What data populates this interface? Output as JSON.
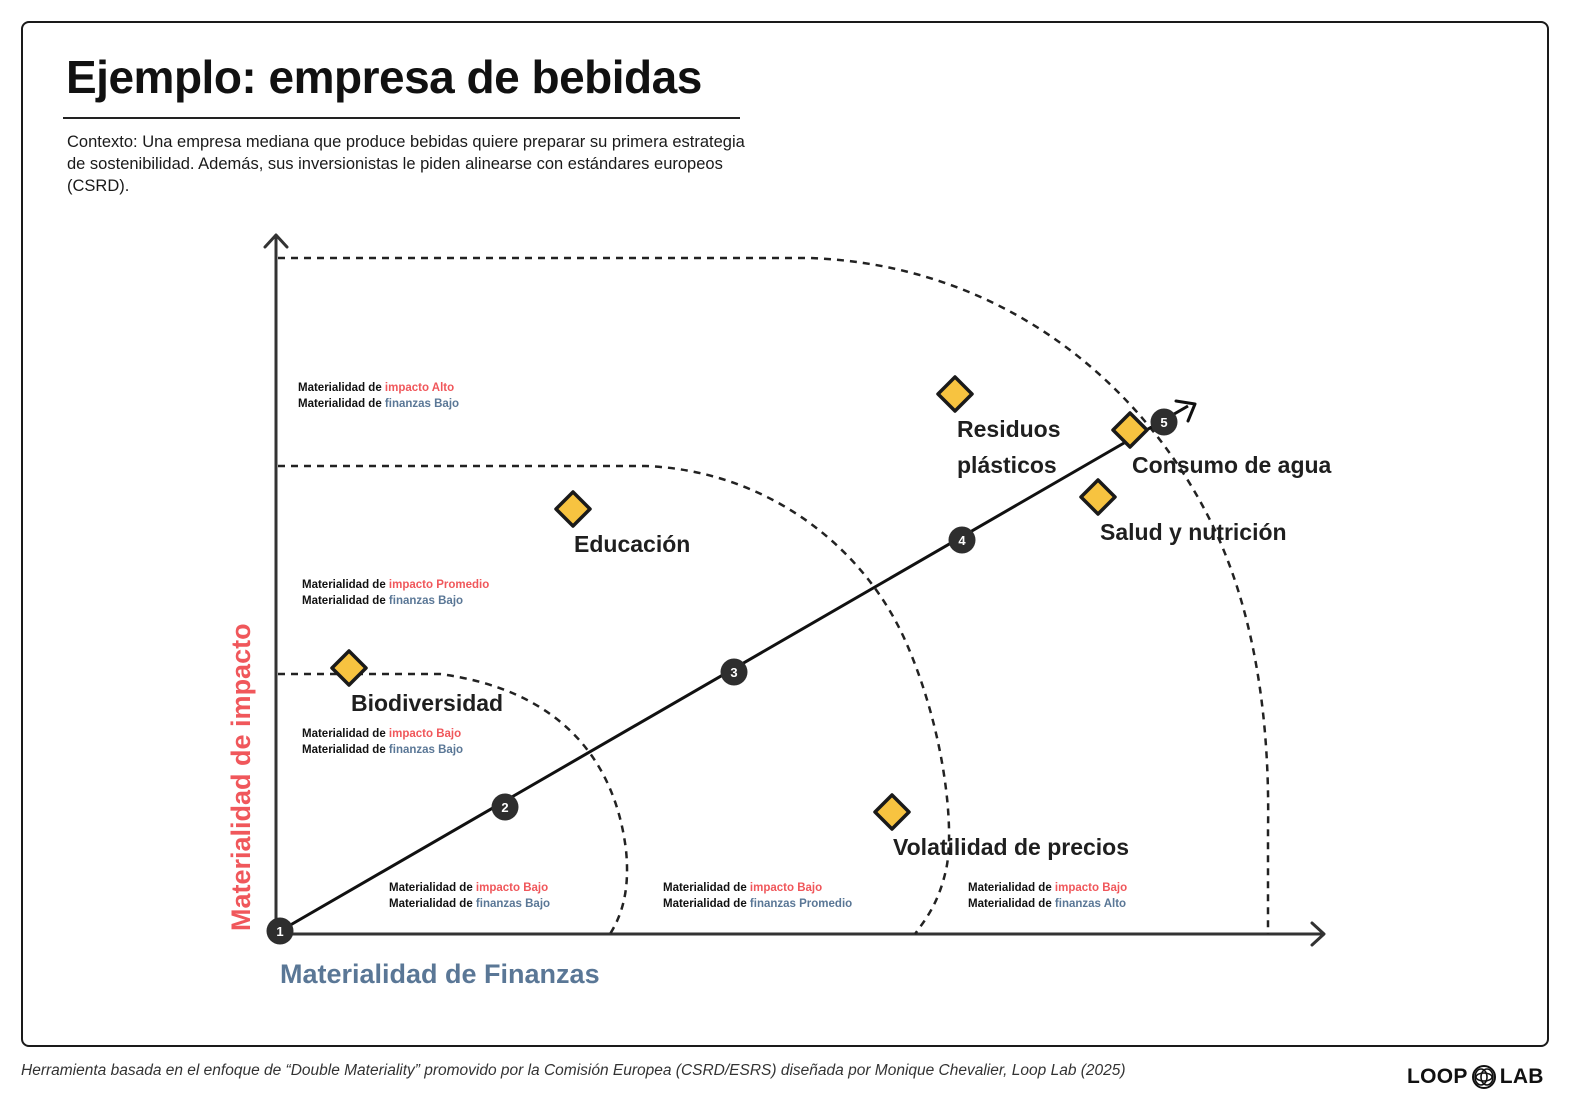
{
  "title": "Ejemplo: empresa de bebidas",
  "context": "Contexto: Una empresa mediana que produce bebidas quiere preparar su primera estrategia de sostenibilidad. Además, sus inversionistas le piden alinearse con estándares europeos (CSRD).",
  "axes": {
    "y_label": "Materialidad de impacto",
    "x_label": "Materialidad de Finanzas"
  },
  "colors": {
    "impact": "#f0575b",
    "finance": "#5a7796",
    "diamond_fill": "#f7c340",
    "ink": "#1a1a1a",
    "badge": "#2e2e2e"
  },
  "zone_labels": [
    {
      "prefix1": "Materialidad de ",
      "impact": "impacto Alto",
      "prefix2": "Materialidad de ",
      "finance": "finanzas Bajo"
    },
    {
      "prefix1": "Materialidad de ",
      "impact": "impacto Promedio",
      "prefix2": "Materialidad de ",
      "finance": "finanzas Bajo"
    },
    {
      "prefix1": "Materialidad de ",
      "impact": "impacto Bajo",
      "prefix2": "Materialidad de ",
      "finance": "finanzas Bajo"
    },
    {
      "prefix1": "Materialidad de ",
      "impact": "impacto Bajo",
      "prefix2": "Materialidad de ",
      "finance": "finanzas Bajo"
    },
    {
      "prefix1": "Materialidad de ",
      "impact": "impacto Bajo",
      "prefix2": "Materialidad de ",
      "finance": "finanzas Promedio"
    },
    {
      "prefix1": "Materialidad de ",
      "impact": "impacto Bajo",
      "prefix2": "Materialidad de ",
      "finance": "finanzas Alto"
    }
  ],
  "scale_points": [
    "1",
    "2",
    "3",
    "4",
    "5"
  ],
  "topics": [
    {
      "lines": [
        "Residuos",
        "plásticos"
      ],
      "icon": "diamond"
    },
    {
      "lines": [
        "Consumo de agua"
      ],
      "icon": "diamond"
    },
    {
      "lines": [
        "Salud y nutrición"
      ],
      "icon": "diamond"
    },
    {
      "lines": [
        "Educación"
      ],
      "icon": "diamond"
    },
    {
      "lines": [
        "Biodiversidad"
      ],
      "icon": "diamond"
    },
    {
      "lines": [
        "Volatilidad de precios"
      ],
      "icon": "diamond"
    }
  ],
  "footer": {
    "note": "Herramienta basada en el enfoque de “Double Materiality” promovido por la Comisión Europea (CSRD/ESRS) diseñada por Monique Chevalier, Loop Lab (2025)",
    "logo_left": "LOOP",
    "logo_right": "LAB",
    "logo_icon": "knot-icon"
  }
}
